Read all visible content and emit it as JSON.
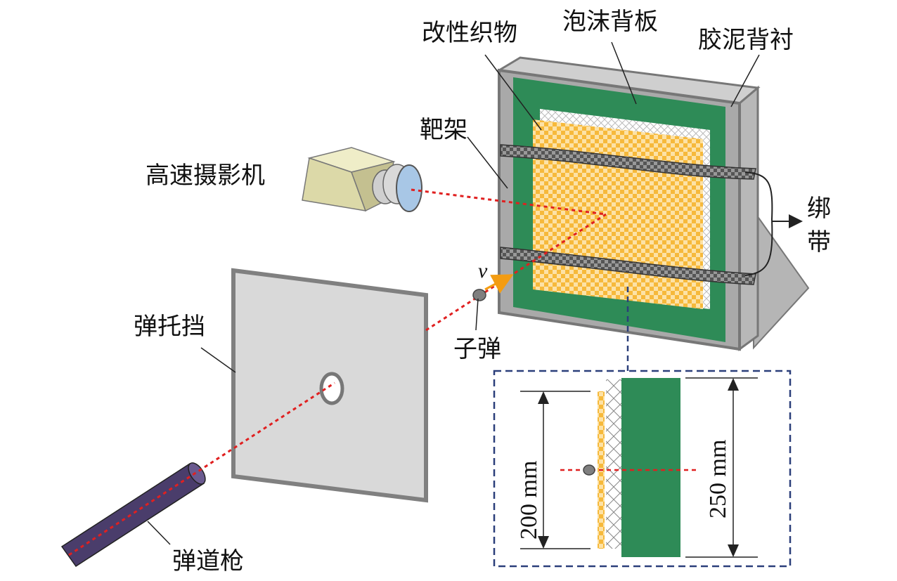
{
  "labels": {
    "modified_fabric": "改性织物",
    "foam_backing": "泡沫背板",
    "clay_backing": "胶泥背衬",
    "target_frame": "靶架",
    "high_speed_camera": "高速摄影机",
    "strap": "绑带",
    "bullet": "子弹",
    "sabot_stopper": "弹托挡",
    "ballistic_gun": "弹道枪",
    "velocity": "v"
  },
  "dimensions": {
    "fabric_height": "200 mm",
    "backing_height": "250 mm"
  },
  "colors": {
    "frame_fill": "#a9a9a9",
    "clay_green": "#2e8b57",
    "fabric_yellow": "#f6b93b",
    "trajectory_red": "#e02020",
    "inset_border": "#2b3f7a",
    "camera_body": "#dcd9a8",
    "gun_barrel": "#4a3d6b",
    "stopper_fill": "#d9d9d9"
  }
}
